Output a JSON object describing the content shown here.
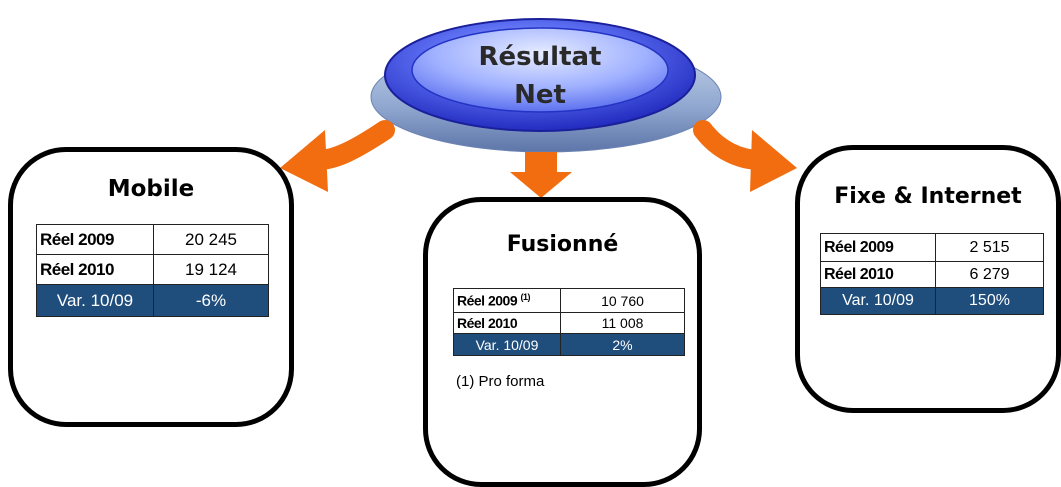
{
  "center": {
    "line1": "Résultat",
    "line2": "Net"
  },
  "colors": {
    "arrow": "#f26d0f",
    "var_row": "#1f4e7d",
    "disc": "#2f3fd8"
  },
  "mobile": {
    "title": "Mobile",
    "rows": [
      {
        "label": "Réel 2009",
        "value": "20 245"
      },
      {
        "label": "Réel 2010",
        "value": "19 124"
      }
    ],
    "var": {
      "label": "Var. 10/09",
      "value": "-6%"
    }
  },
  "fusionne": {
    "title": "Fusionné",
    "rows": [
      {
        "label": "Réel 2009",
        "sup": "(1)",
        "value": "10 760"
      },
      {
        "label": "Réel 2010",
        "value": "11 008"
      }
    ],
    "var": {
      "label": "Var. 10/09",
      "value": "2%"
    },
    "note": "(1) Pro forma"
  },
  "fixe": {
    "title": "Fixe & Internet",
    "rows": [
      {
        "label": "Réel 2009",
        "value": "2 515"
      },
      {
        "label": "Réel 2010",
        "value": "6 279"
      }
    ],
    "var": {
      "label": "Var. 10/09",
      "value": "150%"
    }
  }
}
